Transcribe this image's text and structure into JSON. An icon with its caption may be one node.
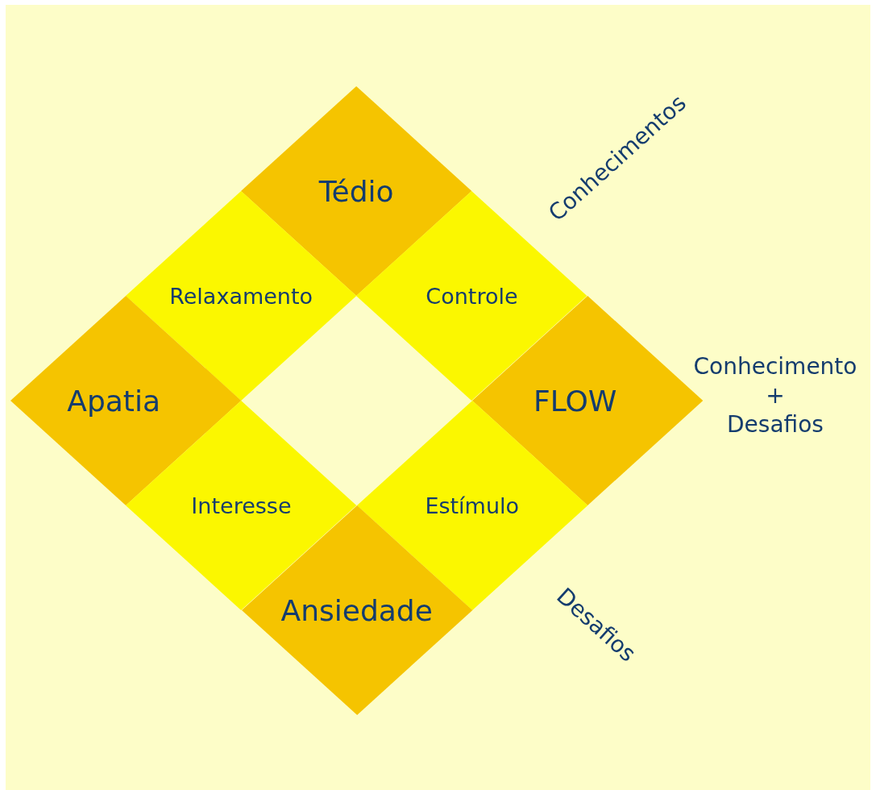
{
  "diagram": {
    "nodes": [
      {
        "text": [
          "Tédio"
        ]
      },
      {
        "text": [
          "Relaxamento"
        ]
      },
      {
        "text": [
          "Controle"
        ]
      },
      {
        "text": [
          "Apatia"
        ]
      },
      {
        "text": [
          "FLOW"
        ]
      },
      {
        "text": [
          "Interesse"
        ]
      },
      {
        "text": [
          "Estímulo"
        ]
      },
      {
        "text": [
          "Ansiedade"
        ]
      }
    ],
    "labels": [
      "Conhecimentos",
      "Conhecimento + Desafios",
      "Desafios"
    ]
  }
}
